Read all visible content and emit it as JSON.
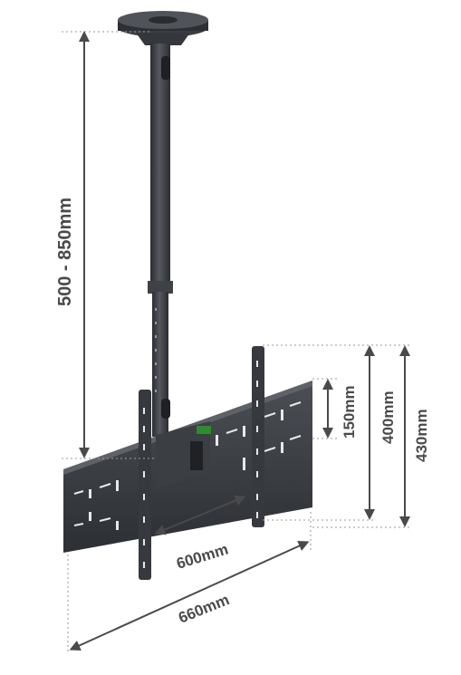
{
  "dimensions": {
    "height_range": "500 - 850mm",
    "vesa_150": "150mm",
    "vesa_400": "400mm",
    "plate_430": "430mm",
    "vesa_600": "600mm",
    "plate_660": "660mm"
  },
  "colors": {
    "metal_dark": "#2f3236",
    "metal_mid": "#45494e",
    "metal_light": "#5b6066",
    "accent_green": "#2e8b2e",
    "dim_line": "#4a4a4a",
    "dotted_line": "#9a9a9a"
  }
}
